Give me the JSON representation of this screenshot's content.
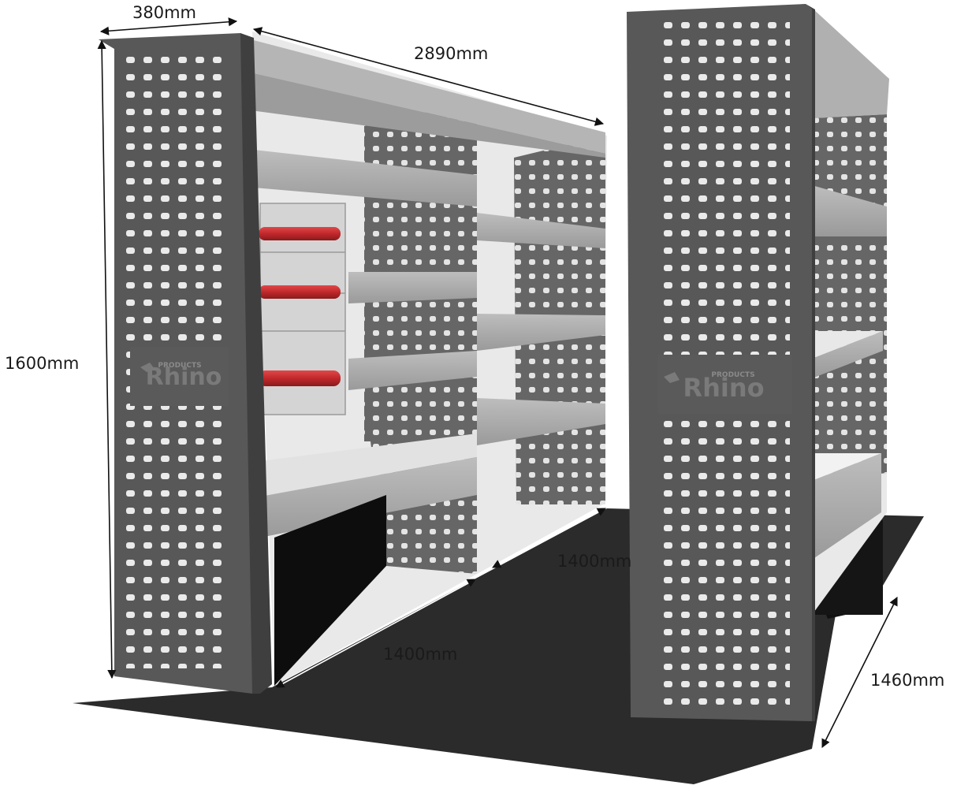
{
  "dimensions": {
    "depth_top": "380mm",
    "length_top": "2890mm",
    "height_left": "1600mm",
    "rear_unit_length": "1400mm",
    "front_unit_length": "1400mm",
    "floor_width": "1460mm"
  },
  "brand": {
    "name": "Rhino",
    "tagline": "PRODUCTS"
  },
  "colors": {
    "panel": "#6b6b6b",
    "panel_dark": "#4f4f4f",
    "shelf": "#a9a9a9",
    "shelf_light": "#c8c8c8",
    "floor": "#2b2b2b",
    "accent_red": "#c0282b",
    "background": "#ffffff"
  }
}
